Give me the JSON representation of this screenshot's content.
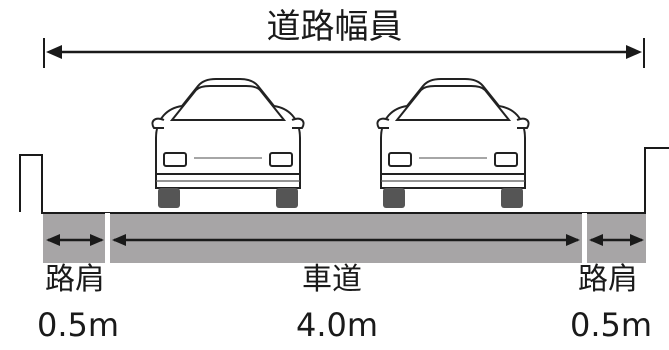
{
  "title": "道路幅員",
  "segments": {
    "left_shoulder": {
      "name": "路肩",
      "width": "0.5m"
    },
    "carriageway": {
      "name": "車道",
      "width": "4.0m"
    },
    "right_shoulder": {
      "name": "路肩",
      "width": "0.5m"
    }
  },
  "colors": {
    "road_surface": "#a7a5a6",
    "line": "#1a1a1a",
    "background": "#ffffff"
  },
  "icons": [
    "car-icon",
    "car-icon"
  ]
}
